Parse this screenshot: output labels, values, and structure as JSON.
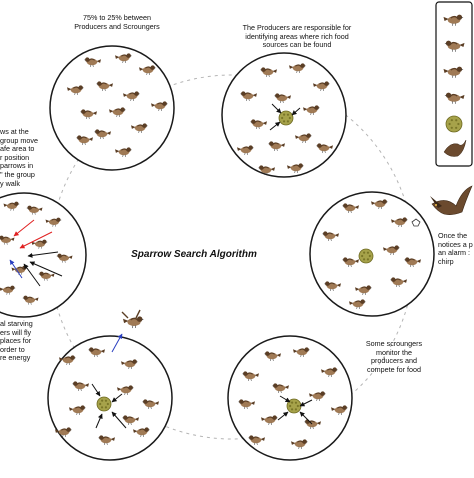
{
  "title": "Sparrow Search Algorithm",
  "captions": {
    "top_left": "75% to 25% between\nProducers and Scroungers",
    "top_right": "The Producers are responsible for\nidentifying areas where rich food\nsources can be found",
    "mid_left": "ws at the\ngroup move\nafe area to\nr position\nparrows in\n\" the group\ny walk",
    "bottom_left": "al starving\ners will fly\nplaces for\norder to\nre energy",
    "bottom_right": "Some scroungers\nmonitor the\nproducers and\ncompete for food",
    "mid_right": "Once the\nnotices a p\nan alarm :\nchirp"
  },
  "legend": {
    "items": [
      "sparrow",
      "sparrow",
      "sparrow",
      "sparrow",
      "food source",
      "hawk"
    ]
  },
  "colors": {
    "circle_stroke": "#1a1a1a",
    "ring_dash": "#b5b5b5",
    "arrow_black": "#111111",
    "arrow_red": "#e02020",
    "arrow_blue": "#2a3fc0",
    "sparrow_body": "#a07a55",
    "sparrow_dark": "#5b3e25",
    "food": "#a6a24a",
    "hawk": "#6b4a2e"
  }
}
